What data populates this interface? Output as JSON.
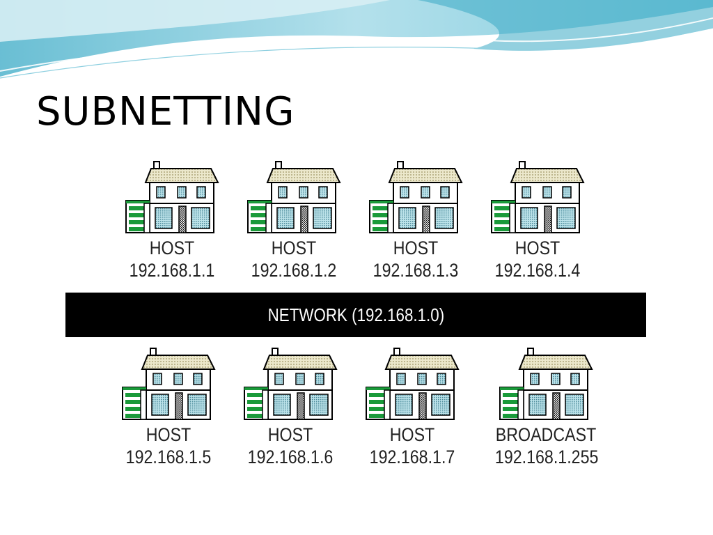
{
  "slide": {
    "title": "SUBNETTING"
  },
  "diagram": {
    "network_label": "NETWORK (192.168.1.0)",
    "top_row": [
      {
        "label": "HOST",
        "ip": "192.168.1.1"
      },
      {
        "label": "HOST",
        "ip": "192.168.1.2"
      },
      {
        "label": "HOST",
        "ip": "192.168.1.3"
      },
      {
        "label": "HOST",
        "ip": "192.168.1.4"
      }
    ],
    "bottom_row": [
      {
        "label": "HOST",
        "ip": "192.168.1.5"
      },
      {
        "label": "HOST",
        "ip": "192.168.1.6"
      },
      {
        "label": "HOST",
        "ip": "192.168.1.7"
      },
      {
        "label": "BROADCAST",
        "ip": "192.168.1.255"
      }
    ],
    "icon": "house-icon"
  },
  "colors": {
    "accent": "#6fc6d8",
    "accent_light": "#bfe6ef",
    "bus": "#000000",
    "house_green": "#1a9a3a",
    "house_window": "#bde3ea",
    "house_roof": "#e8e4c8"
  }
}
